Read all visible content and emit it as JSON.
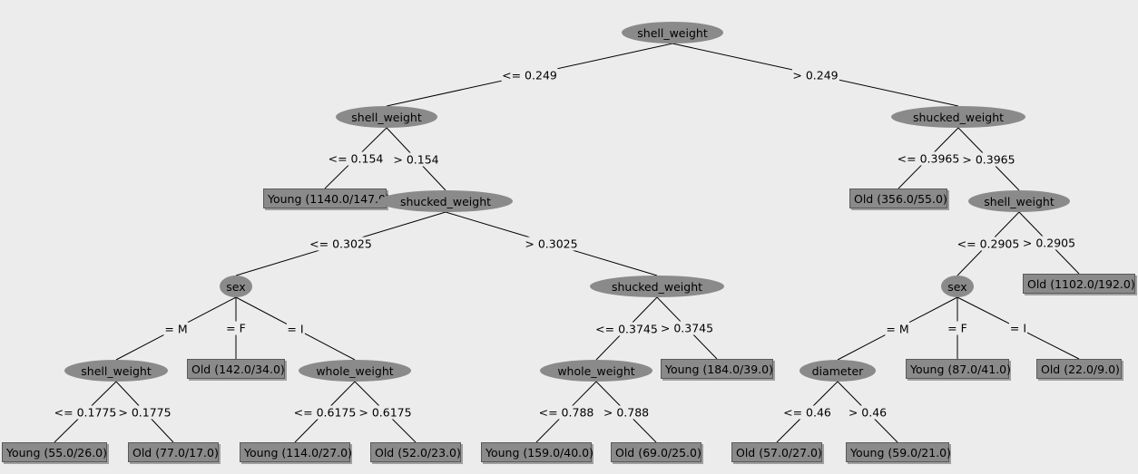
{
  "tree": {
    "nodes": [
      {
        "id": "n1",
        "type": "split",
        "label": "shell_weight"
      },
      {
        "id": "n2",
        "type": "split",
        "label": "shell_weight"
      },
      {
        "id": "n3",
        "type": "split",
        "label": "shucked_weight"
      },
      {
        "id": "n4",
        "type": "leaf",
        "label": "Young (1140.0/147.0)"
      },
      {
        "id": "n5",
        "type": "split",
        "label": "shucked_weight"
      },
      {
        "id": "n6",
        "type": "split",
        "label": "sex"
      },
      {
        "id": "n7",
        "type": "split",
        "label": "shucked_weight"
      },
      {
        "id": "n8",
        "type": "split",
        "label": "shell_weight"
      },
      {
        "id": "n9",
        "type": "leaf",
        "label": "Old (142.0/34.0)"
      },
      {
        "id": "n10",
        "type": "split",
        "label": "whole_weight"
      },
      {
        "id": "n11",
        "type": "leaf",
        "label": "Young (55.0/26.0)"
      },
      {
        "id": "n12",
        "type": "leaf",
        "label": "Old (77.0/17.0)"
      },
      {
        "id": "n13",
        "type": "leaf",
        "label": "Young (114.0/27.0)"
      },
      {
        "id": "n14",
        "type": "leaf",
        "label": "Old (52.0/23.0)"
      },
      {
        "id": "n15",
        "type": "split",
        "label": "whole_weight"
      },
      {
        "id": "n16",
        "type": "leaf",
        "label": "Young (184.0/39.0)"
      },
      {
        "id": "n17",
        "type": "leaf",
        "label": "Young (159.0/40.0)"
      },
      {
        "id": "n18",
        "type": "leaf",
        "label": "Old (69.0/25.0)"
      },
      {
        "id": "n19",
        "type": "leaf",
        "label": "Old (356.0/55.0)"
      },
      {
        "id": "n20",
        "type": "split",
        "label": "shell_weight"
      },
      {
        "id": "n21",
        "type": "split",
        "label": "sex"
      },
      {
        "id": "n22",
        "type": "leaf",
        "label": "Old (1102.0/192.0)"
      },
      {
        "id": "n23",
        "type": "split",
        "label": "diameter"
      },
      {
        "id": "n24",
        "type": "leaf",
        "label": "Young (87.0/41.0)"
      },
      {
        "id": "n25",
        "type": "leaf",
        "label": "Old (22.0/9.0)"
      },
      {
        "id": "n26",
        "type": "leaf",
        "label": "Old (57.0/27.0)"
      },
      {
        "id": "n27",
        "type": "leaf",
        "label": "Young (59.0/21.0)"
      }
    ],
    "edges": [
      {
        "from": "n1",
        "to": "n2",
        "label": "<= 0.249"
      },
      {
        "from": "n1",
        "to": "n3",
        "label": "> 0.249"
      },
      {
        "from": "n2",
        "to": "n4",
        "label": "<= 0.154"
      },
      {
        "from": "n2",
        "to": "n5",
        "label": "> 0.154"
      },
      {
        "from": "n5",
        "to": "n6",
        "label": "<= 0.3025"
      },
      {
        "from": "n5",
        "to": "n7",
        "label": "> 0.3025"
      },
      {
        "from": "n6",
        "to": "n8",
        "label": "= M"
      },
      {
        "from": "n6",
        "to": "n9",
        "label": "= F"
      },
      {
        "from": "n6",
        "to": "n10",
        "label": "= I"
      },
      {
        "from": "n8",
        "to": "n11",
        "label": "<= 0.1775"
      },
      {
        "from": "n8",
        "to": "n12",
        "label": "> 0.1775"
      },
      {
        "from": "n10",
        "to": "n13",
        "label": "<= 0.6175"
      },
      {
        "from": "n10",
        "to": "n14",
        "label": "> 0.6175"
      },
      {
        "from": "n7",
        "to": "n15",
        "label": "<= 0.3745"
      },
      {
        "from": "n7",
        "to": "n16",
        "label": "> 0.3745"
      },
      {
        "from": "n15",
        "to": "n17",
        "label": "<= 0.788"
      },
      {
        "from": "n15",
        "to": "n18",
        "label": "> 0.788"
      },
      {
        "from": "n3",
        "to": "n19",
        "label": "<= 0.3965"
      },
      {
        "from": "n3",
        "to": "n20",
        "label": "> 0.3965"
      },
      {
        "from": "n20",
        "to": "n21",
        "label": "<= 0.2905"
      },
      {
        "from": "n20",
        "to": "n22",
        "label": "> 0.2905"
      },
      {
        "from": "n21",
        "to": "n23",
        "label": "= M"
      },
      {
        "from": "n21",
        "to": "n24",
        "label": "= F"
      },
      {
        "from": "n21",
        "to": "n25",
        "label": "= I"
      },
      {
        "from": "n23",
        "to": "n26",
        "label": "<= 0.46"
      },
      {
        "from": "n23",
        "to": "n27",
        "label": "> 0.46"
      }
    ]
  }
}
